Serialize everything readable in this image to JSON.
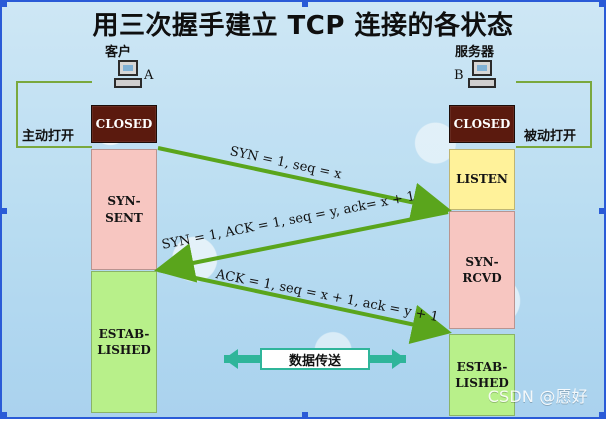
{
  "title": "用三次握手建立 TCP 连接的各状态",
  "labels": {
    "client": "客户",
    "server": "服务器",
    "client_tag": "A",
    "server_tag": "B",
    "client_open": "主动打开",
    "server_open": "被动打开",
    "transfer": "数据传送",
    "watermark": "CSDN @愿好"
  },
  "client_states": {
    "closed": "CLOSED",
    "syn_sent": "SYN-\nSENT",
    "established": "ESTAB-\nLISHED"
  },
  "server_states": {
    "closed": "CLOSED",
    "listen": "LISTEN",
    "syn_rcvd": "SYN-\nRCVD",
    "established": "ESTAB-\nLISHED"
  },
  "messages": {
    "m1": "SYN = 1, seq = x",
    "m2": "SYN = 1, ACK = 1, seq = y, ack= x + 1",
    "m3": "ACK = 1, seq = x + 1, ack = y + 1"
  },
  "colors": {
    "frame": "#2a5bd7",
    "arrow_green": "#5aa51c",
    "arrow_teal": "#2fb59a",
    "closed_box": "#5b1a0e",
    "pink_state": "#f7c6c1",
    "green_state": "#b8f08a",
    "yellow_state": "#fff29a"
  }
}
